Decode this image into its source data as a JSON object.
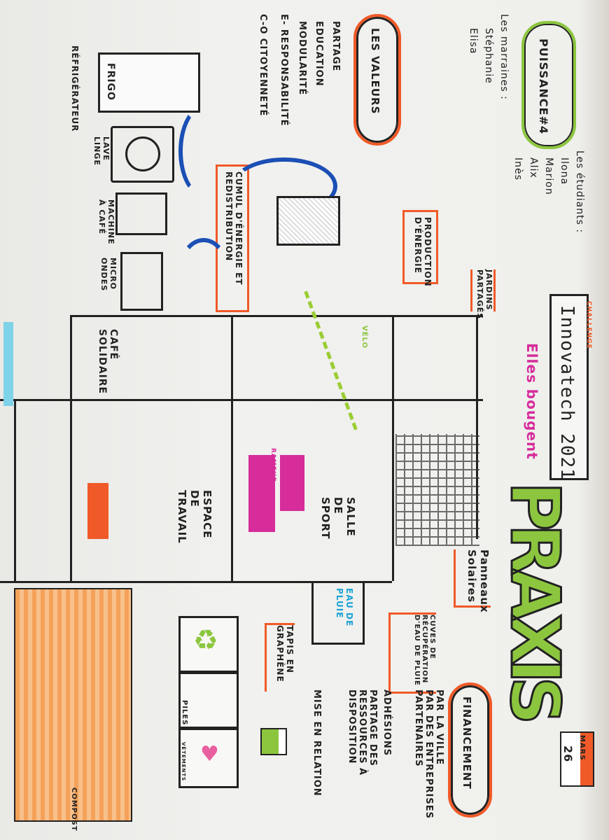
{
  "header": {
    "team": "PUISSANCE#4",
    "sponsors_label": "Les marraines :",
    "sponsors": [
      "Stéphanie",
      "Elisa"
    ],
    "students_label": "Les étudiants :",
    "students": [
      "Ilona",
      "Marion",
      "Alix",
      "Inès"
    ]
  },
  "values": {
    "title": "LES VALEURS",
    "items": [
      "PARTAGE",
      "EDUCATION",
      "MODULARITÉ",
      "E- RESPONSABILITÉ",
      "C-O CITOYENNETÉ"
    ]
  },
  "appliances": [
    {
      "name": "FRIGO",
      "label": "RÉFRIGÉRATEUR"
    },
    {
      "name": "",
      "label": "LAVE LINGE"
    },
    {
      "name": "",
      "label": "MACHINE À CAFÉ"
    },
    {
      "name": "",
      "label": "MICRO ONDES"
    }
  ],
  "energy": {
    "storage": "CUMUL D'ÉNERGIE ET REDISTRIBUTION",
    "production": "PRODUCTION D'ÉNERGIE"
  },
  "banner": {
    "challenge": "CHALLENGE",
    "title": "Innovatech 2021",
    "subtitle": "Elles bougent"
  },
  "building": {
    "garden": "JARDINS PARTAGÉS",
    "cafe": "CAFÉ SOLIDAIRE",
    "work": "ESPACE DE TRAVAIL",
    "sport": "SALLE DE SPORT",
    "bike": "VÉLO",
    "rameur": "RAMEUR",
    "solar": "Panneaux Solaires",
    "tanks": "CUVES DE RÉCUPÉRATION D'EAU DE PLUIE",
    "rain": "EAU DE PLUIE",
    "carpet": "TAPIS EN GRAPHÈNE"
  },
  "bins": [
    "PILES",
    "VÊTEMENTS",
    "COMPOST"
  ],
  "project": {
    "name": "PRAXIS",
    "date_month": "MARS",
    "date_day": "26"
  },
  "funding": {
    "title": "FINANCEMENT",
    "items": [
      "PAR LA VILLE",
      "PAR DES ENTREPRISES PARTENAIRES",
      "ADHÉSIONS",
      "PARTAGE DES RESSOURCES À DISPOSITION",
      "MISE EN RELATION"
    ]
  },
  "colors": {
    "orange": "#f05a28",
    "green": "#8cc63f",
    "pink": "#d62d9b",
    "blue": "#1b4fb5"
  }
}
